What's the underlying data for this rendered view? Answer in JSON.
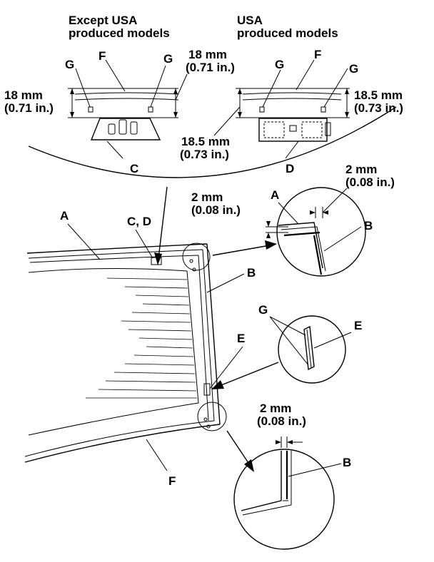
{
  "callout_top": {
    "left_heading": [
      "Except USA",
      "produced models"
    ],
    "right_heading": [
      "USA",
      "produced models"
    ],
    "left_dims": {
      "side": [
        "18 mm",
        "(0.71 in.)"
      ],
      "top": [
        "18 mm",
        "(0.71 in.)"
      ]
    },
    "right_dims": {
      "side": [
        "18.5 mm",
        "(0.73 in.)"
      ],
      "bottom": [
        "18.5 mm",
        "(0.73 in.)"
      ]
    },
    "labels": {
      "F_left": "F",
      "F_right": "F",
      "G1": "G",
      "G2": "G",
      "G3": "G",
      "G4": "G",
      "C": "C",
      "D": "D"
    }
  },
  "main": {
    "labels": {
      "A": "A",
      "CD": "C, D",
      "B": "B",
      "E": "E",
      "F": "F"
    }
  },
  "zoom_corner": {
    "dim_right": [
      "2 mm",
      "(0.08 in.)"
    ],
    "dim_left": [
      "2 mm",
      "(0.08 in.)"
    ],
    "labels": {
      "A": "A",
      "B": "B"
    }
  },
  "zoom_clip": {
    "labels": {
      "G": "G",
      "E": "E"
    }
  },
  "zoom_bottom": {
    "dim": [
      "2 mm",
      "(0.08 in.)"
    ],
    "labels": {
      "B": "B"
    }
  }
}
